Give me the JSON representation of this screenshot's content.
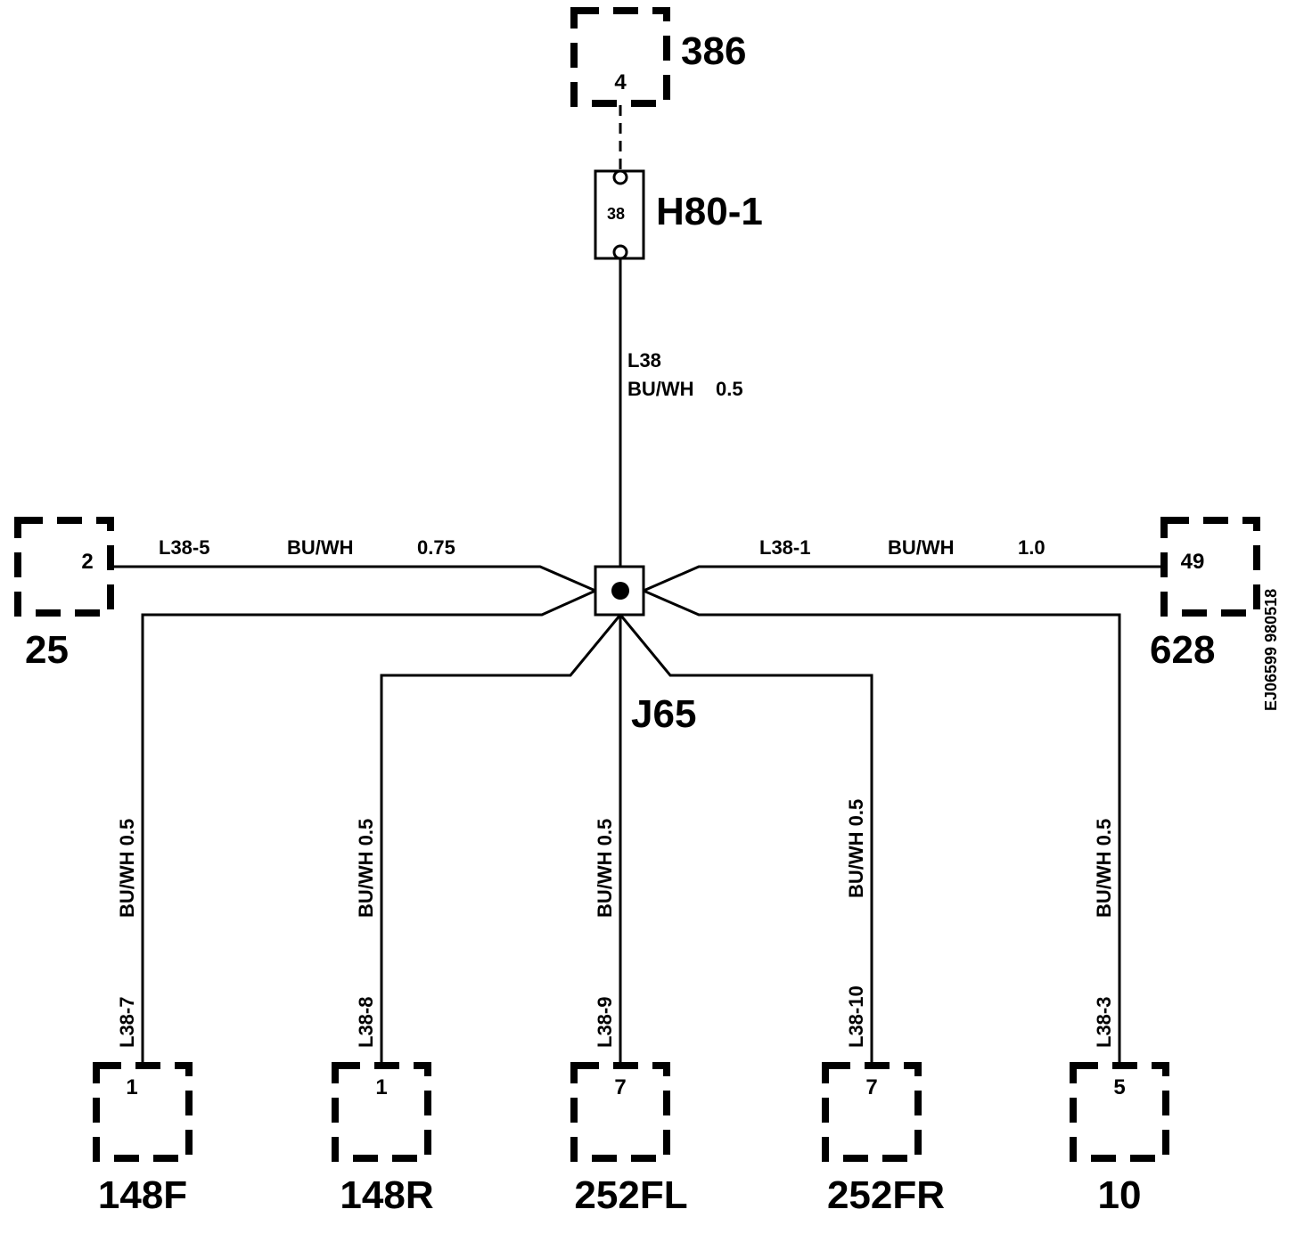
{
  "connectors": {
    "c386": {
      "name": "386",
      "pin": "4"
    },
    "c25": {
      "name": "25",
      "pin": "2"
    },
    "c628": {
      "name": "628",
      "pin": "49"
    },
    "c148f": {
      "name": "148F",
      "pin": "1"
    },
    "c148r": {
      "name": "148R",
      "pin": "1"
    },
    "c252fl": {
      "name": "252FL",
      "pin": "7"
    },
    "c252fr": {
      "name": "252FR",
      "pin": "7"
    },
    "c10": {
      "name": "10",
      "pin": "5"
    }
  },
  "inline_connector": {
    "name": "H80-1",
    "pin": "38"
  },
  "splice": {
    "name": "J65"
  },
  "wires": {
    "l38": {
      "circuit": "L38",
      "spec": "BU/WH    0.5"
    },
    "l38_5": {
      "circuit": "L38-5",
      "color": "BU/WH",
      "size": "0.75"
    },
    "l38_1": {
      "circuit": "L38-1",
      "color": "BU/WH",
      "size": "1.0"
    },
    "l38_7": {
      "circuit": "L38-7",
      "spec": "BU/WH 0.5"
    },
    "l38_8": {
      "circuit": "L38-8",
      "spec": "BU/WH 0.5"
    },
    "l38_9": {
      "circuit": "L38-9",
      "spec": "BU/WH 0.5"
    },
    "l38_10": {
      "circuit": "L38-10",
      "spec": "BU/WH 0.5"
    },
    "l38_3": {
      "circuit": "L38-3",
      "spec": "BU/WH 0.5"
    }
  },
  "reference": "EJ06599 980518"
}
